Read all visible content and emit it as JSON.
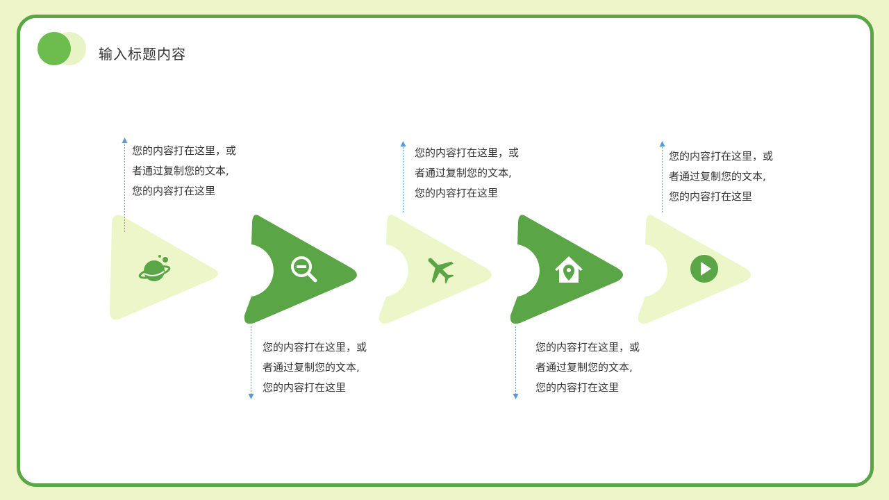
{
  "page": {
    "title": "输入标题内容"
  },
  "colors": {
    "dark_green": "#5aa546",
    "light_green": "#edf6c8",
    "accent_green": "#6cbd4e",
    "arrow_blue": "#5b9bd5"
  },
  "steps": [
    {
      "icon": "planet-icon",
      "style": "light",
      "text_position": "top",
      "lines": [
        "您的内容打在这里，或",
        "者通过复制您的文本,",
        "您的内容打在这里"
      ]
    },
    {
      "icon": "search-icon",
      "style": "dark",
      "text_position": "bottom",
      "lines": [
        "您的内容打在这里，或",
        "者通过复制您的文本,",
        "您的内容打在这里"
      ]
    },
    {
      "icon": "airplane-icon",
      "style": "light",
      "text_position": "top",
      "lines": [
        "您的内容打在这里，或",
        "者通过复制您的文本,",
        "您的内容打在这里"
      ]
    },
    {
      "icon": "home-location-icon",
      "style": "dark",
      "text_position": "bottom",
      "lines": [
        "您的内容打在这里，或",
        "者通过复制您的文本,",
        "您的内容打在这里"
      ]
    },
    {
      "icon": "play-icon",
      "style": "light",
      "text_position": "top",
      "lines": [
        "您的内容打在这里，或",
        "者通过复制您的文本,",
        "您的内容打在这里"
      ]
    }
  ]
}
